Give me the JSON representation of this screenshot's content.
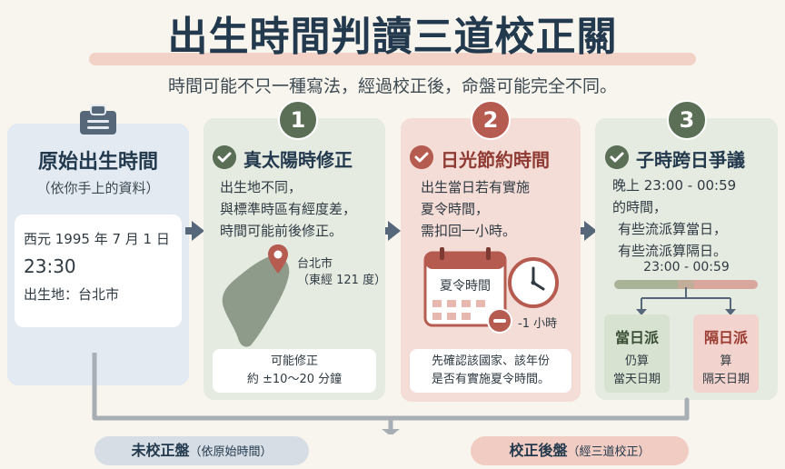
{
  "header": {
    "title": "出生時間判讀三道校正關",
    "subtitle": "時間可能不只一種寫法，經過校正後，命盤可能完全不同。"
  },
  "original": {
    "title": "原始出生時間",
    "subtitle": "（依你手上的資料）",
    "date": "西元 1995 年 7 月 1 日",
    "time": "23:30",
    "place": "出生地：台北市"
  },
  "step1": {
    "number": "1",
    "title": "真太陽時修正",
    "desc": [
      "出生地不同，",
      "與標準時區有經度差，",
      "時間可能前後修正。"
    ],
    "pin_city": "台北市",
    "pin_longitude": "（東經 121 度）",
    "note": [
      "可能修正",
      "約 ±10～20 分鐘"
    ]
  },
  "step2": {
    "number": "2",
    "title": "日光節約時間",
    "desc": [
      "出生當日若有實施",
      "夏令時間，",
      "需扣回一小時。"
    ],
    "calendar_label": "夏令時間",
    "minus_label": "-1 小時",
    "note": [
      "先確認該國家、該年份",
      "是否有實施夏令時間。"
    ]
  },
  "step3": {
    "number": "3",
    "title": "子時跨日爭議",
    "desc": [
      "晚上 23:00 - 00:59",
      "的時間，",
      "有些流派算當日，",
      "有些流派算隔日。"
    ],
    "range_label": "23:00 - 00:59",
    "left": {
      "title": "當日派",
      "lines": [
        "仍算",
        "當天日期"
      ]
    },
    "right": {
      "title": "隔日派",
      "lines": [
        "算",
        "隔天日期"
      ]
    }
  },
  "footer": {
    "left_main": "未校正盤",
    "left_note": "（依原始時間）",
    "right_main": "校正後盤",
    "right_note": "（經三道校正）"
  },
  "colors": {
    "navy": "#233a4e",
    "sage": "#5b6e56",
    "terracotta": "#b65b50",
    "arrow": "#56677a"
  }
}
